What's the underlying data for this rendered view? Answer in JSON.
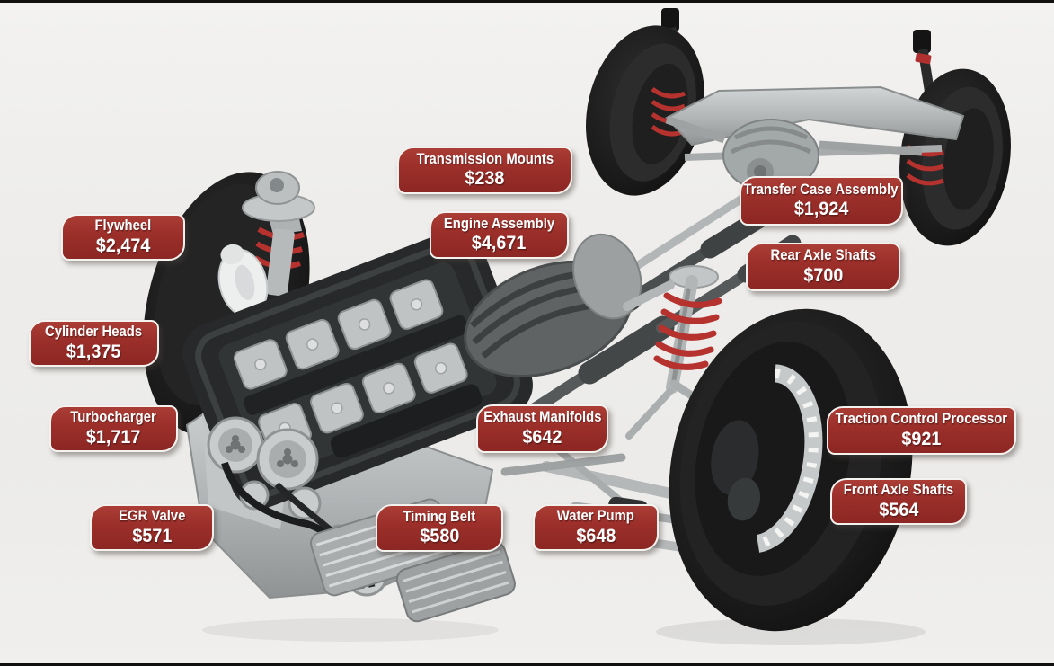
{
  "figure": {
    "type": "annotated-parts-diagram",
    "subject": "car-drivetrain-replacement-part-costs"
  },
  "theme": {
    "label_background": "#9c2f2a",
    "label_border": "#f4f2ef",
    "label_text": "#ffffff",
    "page_background": "#ecebe9",
    "spring_red": "#b5322e",
    "tire_black": "#181818",
    "metal_silver": "#b4b8b9"
  },
  "parts": [
    {
      "name": "Transmission Mounts",
      "price": "$238"
    },
    {
      "name": "Engine Assembly",
      "price": "$4,671"
    },
    {
      "name": "Transfer Case Assembly",
      "price": "$1,924"
    },
    {
      "name": "Rear Axle Shafts",
      "price": "$700"
    },
    {
      "name": "Flywheel",
      "price": "$2,474"
    },
    {
      "name": "Cylinder Heads",
      "price": "$1,375"
    },
    {
      "name": "Turbocharger",
      "price": "$1,717"
    },
    {
      "name": "Exhaust Manifolds",
      "price": "$642"
    },
    {
      "name": "Traction Control Processor",
      "price": "$921"
    },
    {
      "name": "Front Axle Shafts",
      "price": "$564"
    },
    {
      "name": "EGR Valve",
      "price": "$571"
    },
    {
      "name": "Timing Belt",
      "price": "$580"
    },
    {
      "name": "Water Pump",
      "price": "$648"
    }
  ]
}
